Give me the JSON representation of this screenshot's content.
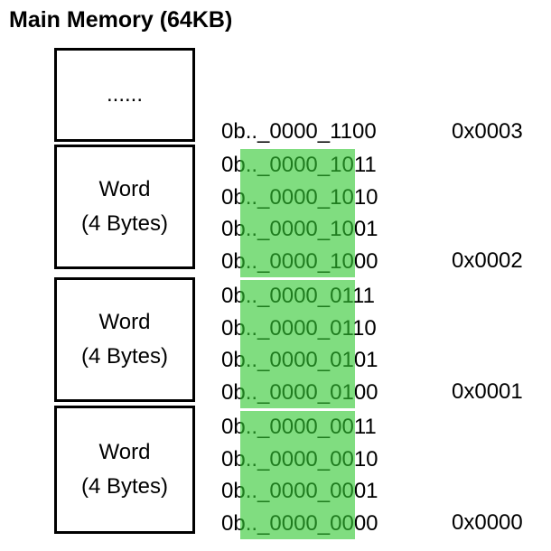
{
  "title": "Main Memory (64KB)",
  "colors": {
    "highlight_overlay": "rgba(50, 200, 50, 0.62)",
    "box_border": "#000000",
    "text": "#000000",
    "background": "#ffffff"
  },
  "memory_boxes": {
    "ellipsis_box": {
      "label": "......"
    },
    "word_boxes": [
      {
        "label": "Word",
        "sublabel": "(4 Bytes)"
      },
      {
        "label": "Word",
        "sublabel": "(4 Bytes)"
      },
      {
        "label": "Word",
        "sublabel": "(4 Bytes)"
      }
    ]
  },
  "top_address": {
    "binary": "0b.._0000_1100",
    "hex": "0x0003"
  },
  "word_groups": [
    {
      "binary_addresses": [
        "0b.._0000_1011",
        "0b.._0000_1010",
        "0b.._0000_1001",
        "0b.._0000_1000"
      ],
      "hex": "0x0002",
      "highlighted_bits": ".._0000_10"
    },
    {
      "binary_addresses": [
        "0b.._0000_0111",
        "0b.._0000_0110",
        "0b.._0000_0101",
        "0b.._0000_0100"
      ],
      "hex": "0x0001",
      "highlighted_bits": ".._0000_01"
    },
    {
      "binary_addresses": [
        "0b.._0000_0011",
        "0b.._0000_0010",
        "0b.._0000_0001",
        "0b.._0000_0000"
      ],
      "hex": "0x0000",
      "highlighted_bits": ".._0000_00"
    }
  ]
}
